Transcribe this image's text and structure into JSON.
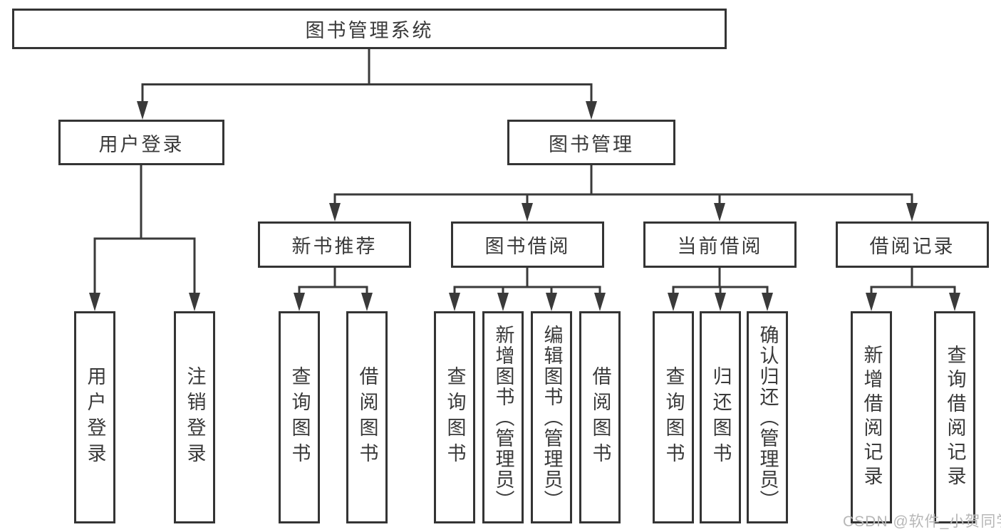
{
  "colors": {
    "line": "#3a3a3a",
    "box_border": "#343434",
    "background": "#ffffff",
    "watermark": "#b7b7b7"
  },
  "watermark": {
    "text": "CSDN @软件_小贺同学"
  },
  "tree": {
    "root": {
      "label": "图书管理系统"
    },
    "children": [
      {
        "label": "用户登录",
        "children": [
          {
            "label": "用户登录"
          },
          {
            "label": "注销登录"
          }
        ]
      },
      {
        "label": "图书管理",
        "children": [
          {
            "label": "新书推荐",
            "children": [
              {
                "label": "查询图书"
              },
              {
                "label": "借阅图书"
              }
            ]
          },
          {
            "label": "图书借阅",
            "children": [
              {
                "label": "查询图书"
              },
              {
                "label": "新增图书（管理员）"
              },
              {
                "label": "编辑图书（管理员）"
              },
              {
                "label": "借阅图书"
              }
            ]
          },
          {
            "label": "当前借阅",
            "children": [
              {
                "label": "查询图书"
              },
              {
                "label": "归还图书"
              },
              {
                "label": "确认归还（管理员）"
              }
            ]
          },
          {
            "label": "借阅记录",
            "children": [
              {
                "label": "新增借阅记录"
              },
              {
                "label": "查询借阅记录"
              }
            ]
          }
        ]
      }
    ]
  }
}
